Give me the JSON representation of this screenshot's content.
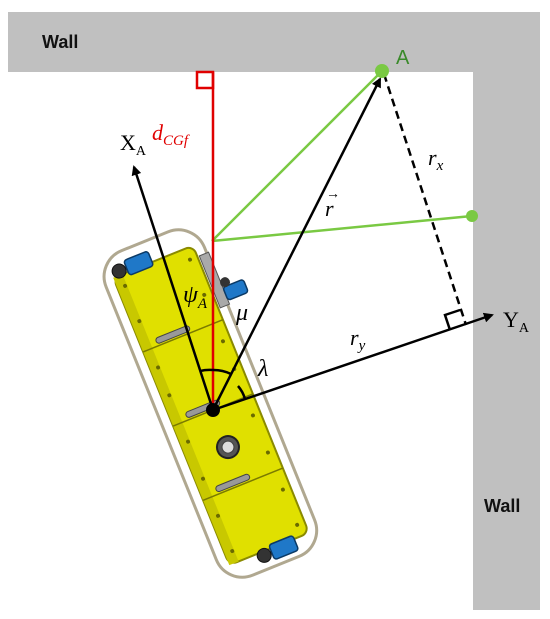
{
  "walls": {
    "top_label": "Wall",
    "right_label": "Wall",
    "color": "#c0c0c0"
  },
  "point_a": {
    "label": "A",
    "color": "#7ac943"
  },
  "axes": {
    "x_main": "X",
    "x_sub": "A",
    "y_main": "Y",
    "y_sub": "A"
  },
  "symbols": {
    "d_main": "d",
    "d_sub": "CGf",
    "psi_main": "ψ",
    "psi_sub": "A",
    "mu": "μ",
    "lambda": "λ",
    "r_vec": "r",
    "r_arrow": "→",
    "rx_main": "r",
    "rx_sub": "x",
    "ry_main": "r",
    "ry_sub": "y"
  },
  "colors": {
    "red": "#e00000",
    "green": "#7ac943",
    "vehicle_body": "#e0e000",
    "vehicle_edge": "#8a8a00",
    "thruster": "#1f78c8",
    "black": "#000000"
  }
}
